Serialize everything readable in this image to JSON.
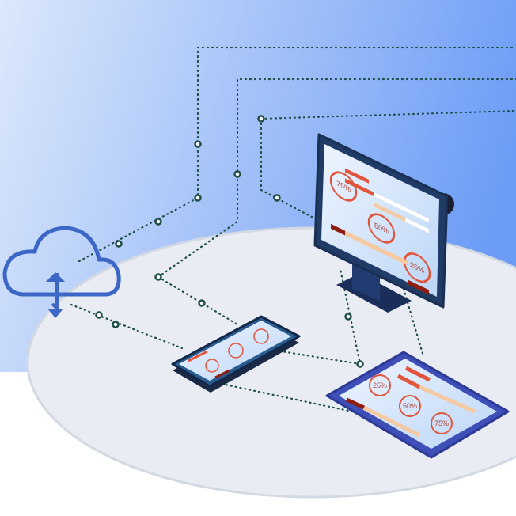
{
  "colors": {
    "bg_light": "#dce8fb",
    "bg_dark": "#6c9cf6",
    "platform": "#e9edf3",
    "cloud": "#3d67c6",
    "device_frame": "#1f3b66",
    "accent_red": "#e2553c",
    "accent_dark_red": "#8f1d12",
    "accent_peach": "#f6c9a0",
    "connector": "#1e4e46"
  },
  "icons": {
    "cloud": "cloud-sync-icon"
  },
  "monitor": {
    "gauges": [
      "75%",
      "50%",
      "25%"
    ]
  },
  "tablet": {
    "gauges": [
      "25%",
      "50%",
      "75%"
    ]
  }
}
